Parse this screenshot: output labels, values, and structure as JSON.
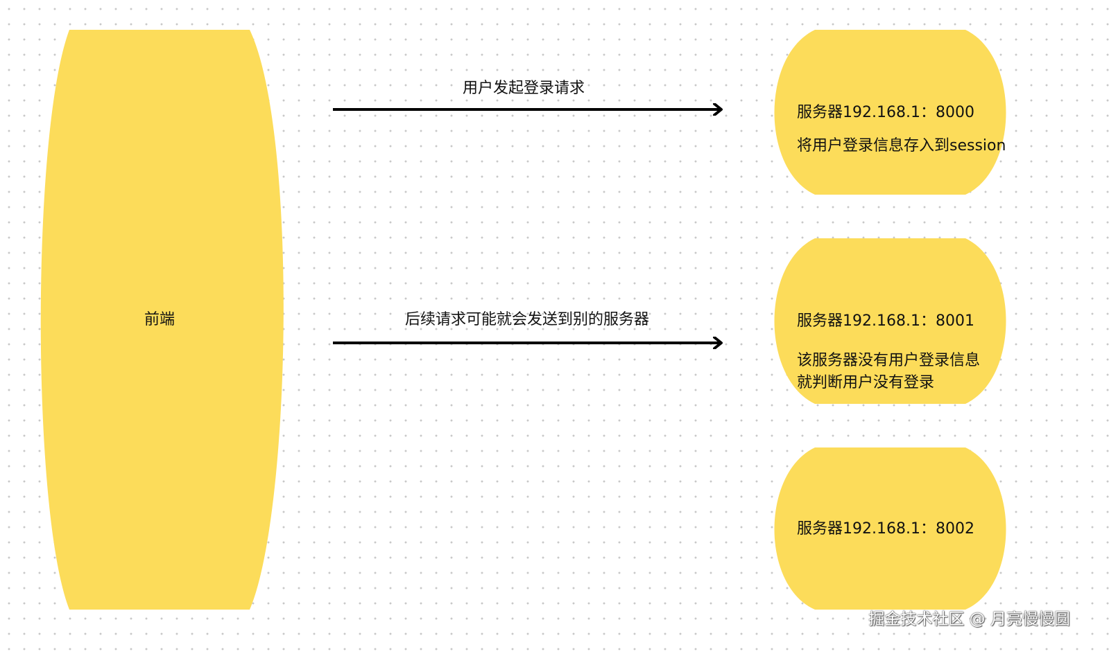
{
  "colors": {
    "node_fill": "#fcdc5a",
    "arrow": "#000000",
    "text": "#111111",
    "watermark": "#ffffff"
  },
  "frontend": {
    "label": "前端"
  },
  "arrows": [
    {
      "label": "用户发起登录请求",
      "from": "前端",
      "to": "服务器192.168.1：8000"
    },
    {
      "label": "后续请求可能就会发送到别的服务器",
      "from": "前端",
      "to": "服务器192.168.1：8001"
    }
  ],
  "servers": [
    {
      "title": "服务器192.168.1：8000",
      "notes": [
        "将用户登录信息存入到session"
      ]
    },
    {
      "title": "服务器192.168.1：8001",
      "notes": [
        "该服务器没有用户登录信息",
        "就判断用户没有登录"
      ]
    },
    {
      "title": "服务器192.168.1：8002",
      "notes": []
    }
  ],
  "watermark": "掘金技术社区 @ 月亮慢慢圆"
}
